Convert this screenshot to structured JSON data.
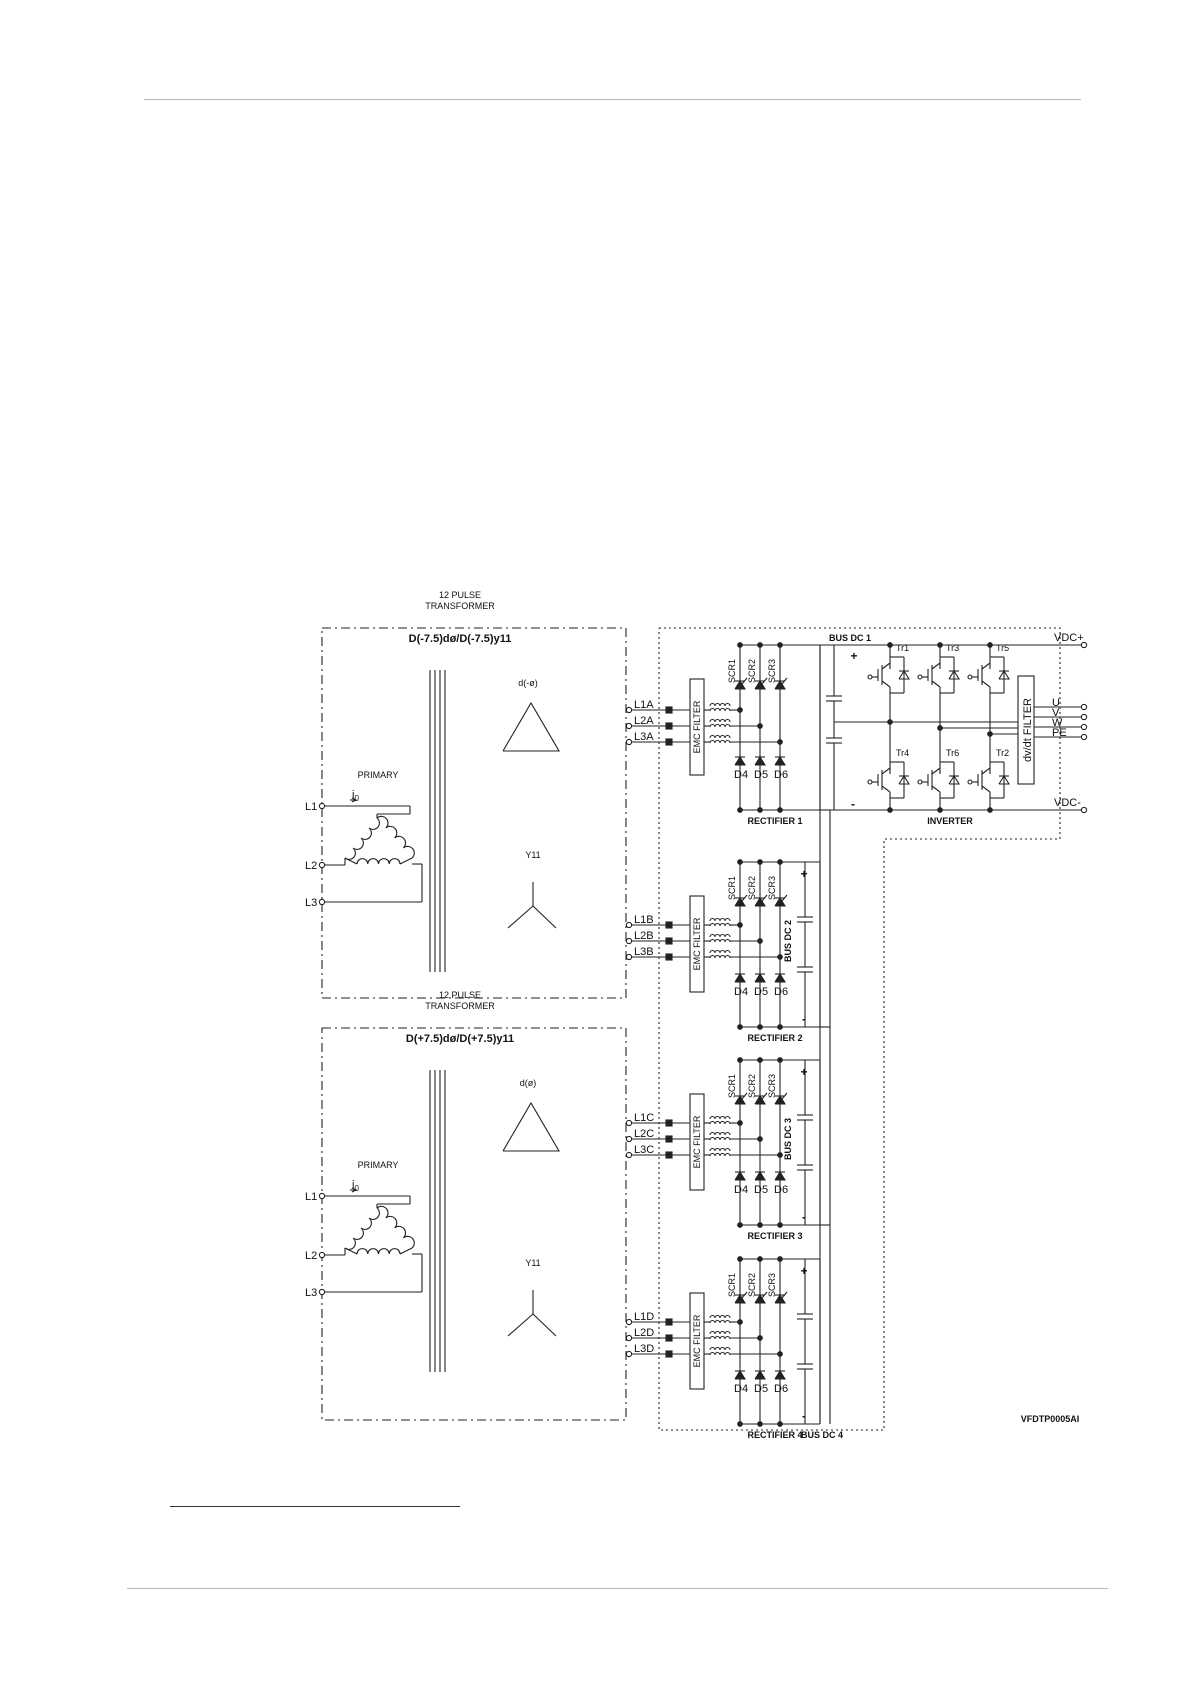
{
  "transformers": [
    {
      "heading": "12 PULSE\nTRANSFORMER",
      "vector_group": "D(-7.5)dø/D(-7.5)y11",
      "delta_label": "d(-ø)",
      "wye_label": "Y11",
      "primary_label": "PRIMARY",
      "current_label": "i",
      "current_sub": "0",
      "lines": [
        "L1",
        "L2",
        "L3"
      ]
    },
    {
      "heading": "12 PULSE\nTRANSFORMER",
      "vector_group": "D(+7.5)dø/D(+7.5)y11",
      "delta_label": "d(ø)",
      "wye_label": "Y11",
      "primary_label": "PRIMARY",
      "current_label": "i",
      "current_sub": "0",
      "lines": [
        "L1",
        "L2",
        "L3"
      ]
    }
  ],
  "rectifiers": [
    {
      "title": "RECTIFIER 1",
      "inputs": [
        "L1A",
        "L2A",
        "L3A"
      ],
      "filter": "EMC FILTER",
      "scr": [
        "SCR1",
        "SCR2",
        "SCR3"
      ],
      "diodes": [
        "D4",
        "D5",
        "D6"
      ],
      "bus": "BUS DC 1"
    },
    {
      "title": "RECTIFIER 2",
      "inputs": [
        "L1B",
        "L2B",
        "L3B"
      ],
      "filter": "EMC FILTER",
      "scr": [
        "SCR1",
        "SCR2",
        "SCR3"
      ],
      "diodes": [
        "D4",
        "D5",
        "D6"
      ],
      "bus": "BUS DC 2"
    },
    {
      "title": "RECTIFIER 3",
      "inputs": [
        "L1C",
        "L2C",
        "L3C"
      ],
      "filter": "EMC FILTER",
      "scr": [
        "SCR1",
        "SCR2",
        "SCR3"
      ],
      "diodes": [
        "D4",
        "D5",
        "D6"
      ],
      "bus": "BUS DC 3"
    },
    {
      "title": "RECTIFIER 4",
      "inputs": [
        "L1D",
        "L2D",
        "L3D"
      ],
      "filter": "EMC FILTER",
      "scr": [
        "SCR1",
        "SCR2",
        "SCR3"
      ],
      "diodes": [
        "D4",
        "D5",
        "D6"
      ],
      "bus": "BUS DC 4"
    }
  ],
  "inverter": {
    "title": "INVERTER",
    "transistors_top": [
      "Tr1",
      "Tr3",
      "Tr5"
    ],
    "transistors_bottom": [
      "Tr4",
      "Tr6",
      "Tr2"
    ],
    "filter": "dv/dt FILTER",
    "vdc_plus": "VDC+",
    "vdc_minus": "VDC-",
    "outputs": [
      "U",
      "V",
      "W",
      "PE"
    ]
  },
  "polarity": {
    "plus": "+",
    "minus": "-"
  },
  "figure_code": "VFDTP0005AI"
}
